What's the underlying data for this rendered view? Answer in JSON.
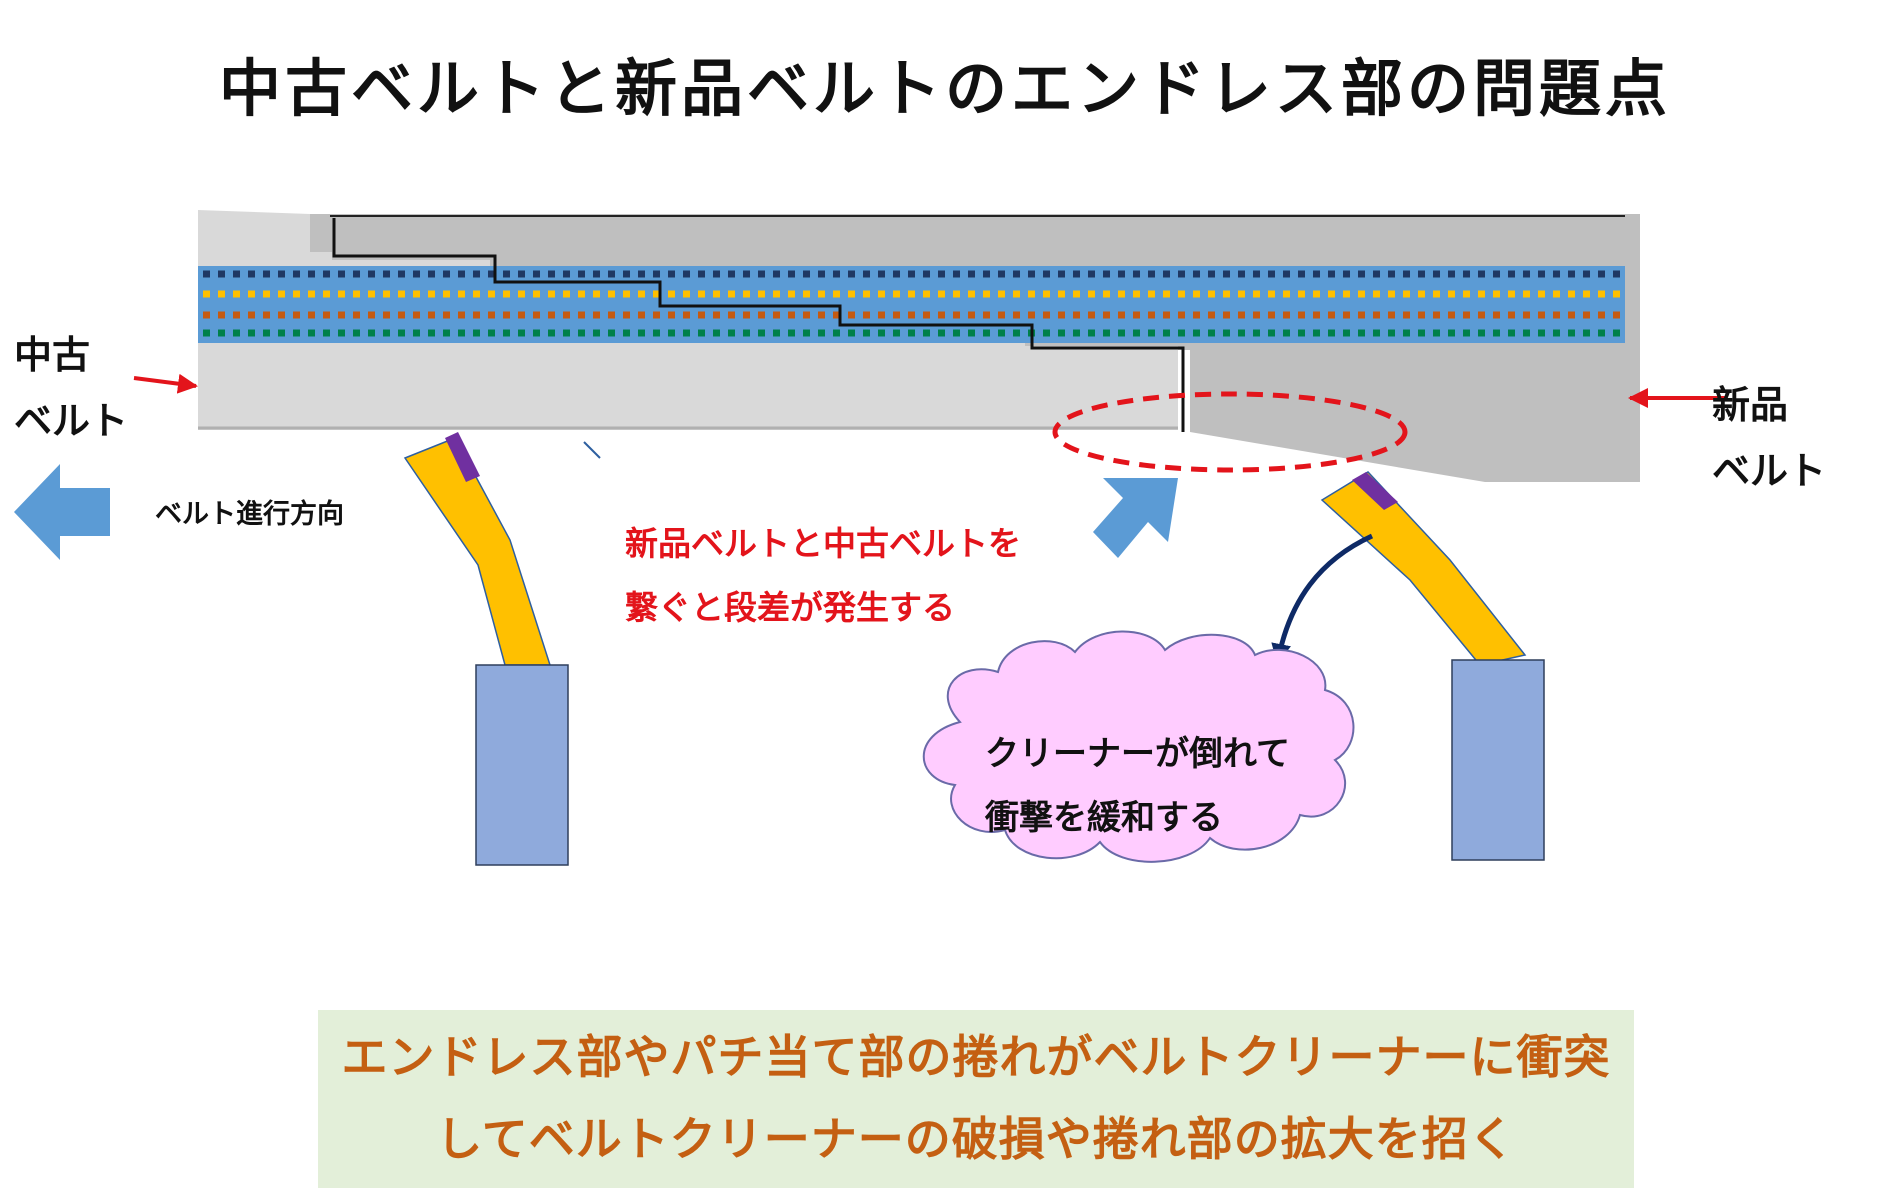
{
  "title": "中古ベルトと新品ベルトのエンドレス部の問題点",
  "labels": {
    "used_belt_line1": "中古",
    "used_belt_line2": "ベルト",
    "new_belt_line1": "新品",
    "new_belt_line2": "ベルト",
    "direction": "ベルト進行方向",
    "step_line1": "新品ベルトと中古ベルトを",
    "step_line2": "繋ぐと段差が発生する",
    "cloud_line1": "クリーナーが倒れて",
    "cloud_line2": "衝撃を緩和する"
  },
  "note": {
    "line1": "エンドレス部やパチ当て部の捲れがベルトクリーナーに衝突",
    "line2": "してベルトクリーナーの破損や捲れ部の拡大を招く"
  },
  "colors": {
    "used_belt": "#d9d9d9",
    "new_belt": "#bfbfbf",
    "core_band": "#5b9bd5",
    "dots": [
      "#1f3864",
      "#ffc000",
      "#c55a11",
      "#00804a"
    ],
    "cleaner_blade": "#ffc000",
    "cleaner_tip": "#7030a0",
    "cleaner_base": "#8faadc",
    "callout_red": "#e3141b",
    "cloud": "#ffccff",
    "note_bg": "#e3efd9",
    "note_text": "#c45f12"
  }
}
